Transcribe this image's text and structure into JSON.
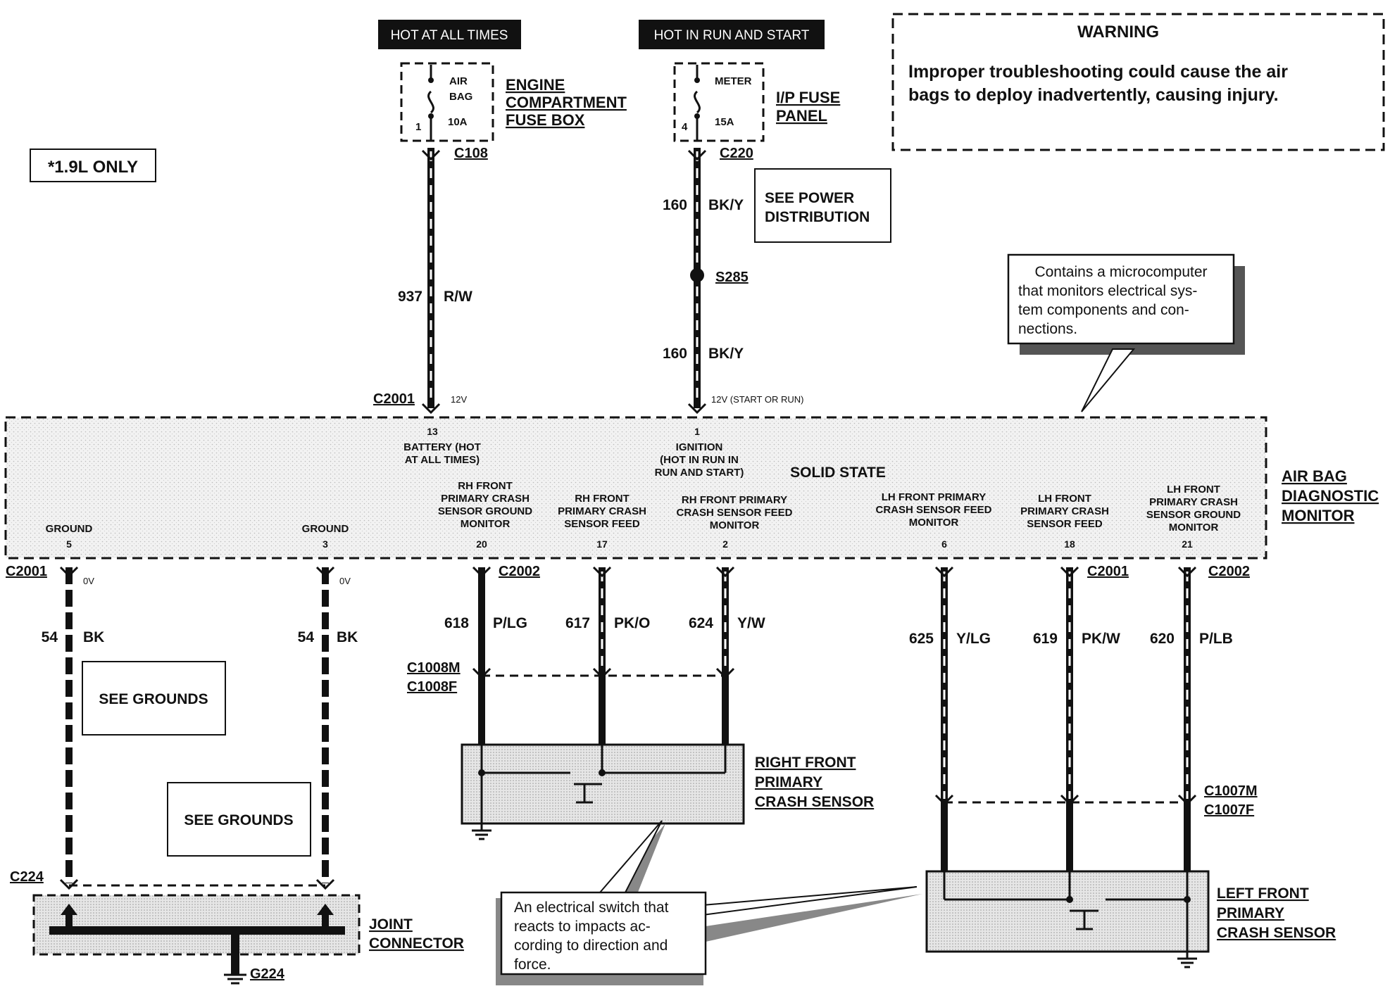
{
  "header": {
    "hot_at_all_times": "HOT AT ALL TIMES",
    "hot_in_run_and_start": "HOT IN RUN AND START"
  },
  "note_1_9l": "*1.9L ONLY",
  "warning": {
    "title": "WARNING",
    "line1": "Improper troubleshooting could cause the air",
    "line2": "bags to deploy inadvertently, causing injury."
  },
  "fuses": {
    "airbag": {
      "name1": "AIR",
      "name2": "BAG",
      "rating": "10A",
      "pin": "1"
    },
    "meter": {
      "name": "METER",
      "rating": "15A",
      "pin": "4"
    }
  },
  "locations": {
    "engine_fuse_box": [
      "ENGINE",
      "COMPARTMENT",
      "FUSE BOX"
    ],
    "ip_fuse_panel": [
      "I/P FUSE",
      "PANEL"
    ]
  },
  "connectors": {
    "c108": "C108",
    "c220": "C220",
    "s285": "S285",
    "c2001_top": "C2001",
    "c2001_left": "C2001",
    "c2002_mid": "C2002",
    "c2001_right": "C2001",
    "c2002_right": "C2002",
    "c1008m": "C1008M",
    "c1008f": "C1008F",
    "c1007m": "C1007M",
    "c1007f": "C1007F",
    "c224": "C224",
    "g224": "G224"
  },
  "power_dist_box": [
    "SEE POWER",
    "DISTRIBUTION"
  ],
  "wires": {
    "w937": {
      "num": "937",
      "color": "R/W"
    },
    "w160a": {
      "num": "160",
      "color": "BK/Y"
    },
    "w160b": {
      "num": "160",
      "color": "BK/Y"
    },
    "w54a": {
      "num": "54",
      "color": "BK"
    },
    "w54b": {
      "num": "54",
      "color": "BK"
    },
    "w618": {
      "num": "618",
      "color": "P/LG"
    },
    "w617": {
      "num": "617",
      "color": "PK/O"
    },
    "w624": {
      "num": "624",
      "color": "Y/W"
    },
    "w625": {
      "num": "625",
      "color": "Y/LG"
    },
    "w619": {
      "num": "619",
      "color": "PK/W"
    },
    "w620": {
      "num": "620",
      "color": "P/LB"
    }
  },
  "voltages": {
    "v12": "12V",
    "v12_run": "12V (START OR RUN)",
    "v0_a": "0V",
    "v0_b": "0V"
  },
  "callout_monitor": [
    "Contains a microcomputer",
    "that monitors electrical sys-",
    "tem components and con-",
    "nections."
  ],
  "callout_sensor": [
    "An electrical switch that",
    "reacts to impacts ac-",
    "cording to direction and",
    "force."
  ],
  "module": {
    "name": [
      "AIR BAG",
      "DIAGNOSTIC",
      "MONITOR"
    ],
    "solid_state": "SOLID STATE",
    "pins": {
      "p13": {
        "num": "13",
        "label": [
          "BATTERY (HOT",
          "AT ALL TIMES)"
        ]
      },
      "p1": {
        "num": "1",
        "label": [
          "IGNITION",
          "(HOT IN RUN IN",
          "RUN AND START)"
        ]
      },
      "p5": {
        "num": "5",
        "label": [
          "GROUND"
        ]
      },
      "p3": {
        "num": "3",
        "label": [
          "GROUND"
        ]
      },
      "p20": {
        "num": "20",
        "label": [
          "RH FRONT",
          "PRIMARY CRASH",
          "SENSOR GROUND",
          "MONITOR"
        ]
      },
      "p17": {
        "num": "17",
        "label": [
          "RH FRONT",
          "PRIMARY CRASH",
          "SENSOR FEED"
        ]
      },
      "p2": {
        "num": "2",
        "label": [
          "RH FRONT PRIMARY",
          "CRASH SENSOR FEED",
          "MONITOR"
        ]
      },
      "p6": {
        "num": "6",
        "label": [
          "LH FRONT PRIMARY",
          "CRASH SENSOR FEED",
          "MONITOR"
        ]
      },
      "p18": {
        "num": "18",
        "label": [
          "LH FRONT",
          "PRIMARY CRASH",
          "SENSOR FEED"
        ]
      },
      "p21": {
        "num": "21",
        "label": [
          "LH FRONT",
          "PRIMARY CRASH",
          "SENSOR GROUND",
          "MONITOR"
        ]
      }
    }
  },
  "grounds_box_1": "SEE GROUNDS",
  "grounds_box_2": "SEE GROUNDS",
  "sensors": {
    "right": [
      "RIGHT FRONT",
      "PRIMARY",
      "CRASH SENSOR"
    ],
    "left": [
      "LEFT FRONT",
      "PRIMARY",
      "CRASH SENSOR"
    ]
  },
  "joint_connector": [
    "JOINT",
    "CONNECTOR"
  ]
}
